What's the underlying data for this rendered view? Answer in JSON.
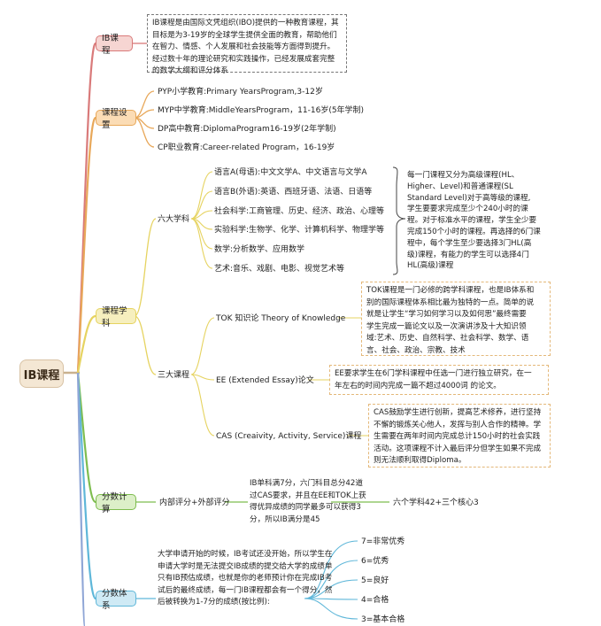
{
  "root": "IB课程",
  "ib_intro": {
    "label": "IB课程",
    "lines": [
      "IB课程是由国际文凭组织(IBO)提供的一种教育课程，其",
      "目标是为3-19岁的全球学生提供全面的教育，帮助他们",
      "在智力、情感、个人发展和社会技能等方面得到提升。",
      "经过数十年的理论研究和实践操作，已经发展成套完整",
      "的数学大纲和评分体系"
    ]
  },
  "course_setup": {
    "label": "课程设置",
    "items": [
      "PYP小学教育:Primary YearsProgram,3-12岁",
      "MYP中学教育:MiddleYearsProgram，11-16岁(5年学制)",
      "DP高中教育:DiplomaProgram16-19岁(2年学制)",
      "CP职业教育:Career-related Program，16-19岁"
    ]
  },
  "subjects": {
    "label": "课程学科",
    "six": {
      "label": "六大学科",
      "items": [
        "语言A(母语):中文文学A、中文语言与文学A",
        "语言B(外语):英语、西班牙语、法语、日语等",
        "社会科学:工商管理、历史、经济、政治、心理等",
        "实验科学:生物学、化学、计算机科学、物理学等",
        "数学:分析数学、应用数学",
        "艺术:音乐、戏剧、电影、视觉艺术等"
      ],
      "note": [
        "每一门课程又分为高级课程(HL、",
        "Higher、Level)和普通课程(SL",
        "Standard Level)对于高等级的课程,",
        "学生要要求完成至少个240小时的课",
        "程。对于标准水平的课程，学生全少要",
        "完成150个小时的课程。再选择的6门课",
        "程中，每个学生至少要选择3门HL(高",
        "级)课程，有能力的学生可以选择4门",
        "HL(高级)课程"
      ]
    },
    "three": {
      "label": "三大课程",
      "tok": {
        "label": "TOK 知识论 Theory of Knowledge",
        "note": [
          "TOK课程是一门必修的跨学科课程，也是IB体系和",
          "别的国际课程体系相比最为独特的一点。简单的说",
          "就是让学生“学习如何学习以及如何思”最终需要",
          "学生完成一篇论文以及一次演讲涉及十大知识领",
          "域:艺术、历史、自然科学、社会科学、数学、语",
          "言、社会、政治、宗教、技术"
        ]
      },
      "ee": {
        "label": "EE (Extended Essay)论文",
        "note": [
          "EE要求学生在6门学科课程中任选一门进行独立研究，在一",
          "年左右的时间内完成一篇不超过4000词 的论文。"
        ]
      },
      "cas": {
        "label": "CAS (Creaivity, Activity, Service)课程",
        "note": [
          "CAS鼓励学生进行创新，提高艺术修养，进行坚持",
          "不懈的锻炼关心他人，发挥与别人合作的精神。学",
          "生需要在两年时间内完成总计150小时的社会实践",
          "活动。这项课程不计入最后评分但学生如果不完成",
          "则无法顺利取得Diploma。"
        ]
      }
    }
  },
  "score_calc": {
    "label": "分数计算",
    "item": "内部评分+外部评分",
    "note": [
      "IB单科满7分，六门科目总分42道",
      "过CAS要求，并且在EE和TOK上获",
      "得优异成绩的同学最多可以获得3",
      "分，所以IB满分是45"
    ],
    "result": "六个学科42+三个核心3"
  },
  "score_system": {
    "label": "分数体系",
    "note": [
      "大学申请开始的时候，IB考试还没开始，所以学生在",
      "申请大学时是无法提交IB成绩的提交给大学的成绩单",
      "只有IB预估成绩，也就是你的老师预计你在完成IB考",
      "试后的最终成绩，每一门IB课程都会有一个得分，然",
      "后被转换为1-7分的成绩(按比例):"
    ],
    "grades": [
      "7=非常优秀",
      "6=优秀",
      "5=良好",
      "4=合格",
      "3=基本合格"
    ]
  },
  "colors": {
    "red": "#d97a7a",
    "orange": "#e8a85a",
    "yellow": "#e6d360",
    "green": "#7ebd4f",
    "blue": "#5fb7d9"
  }
}
